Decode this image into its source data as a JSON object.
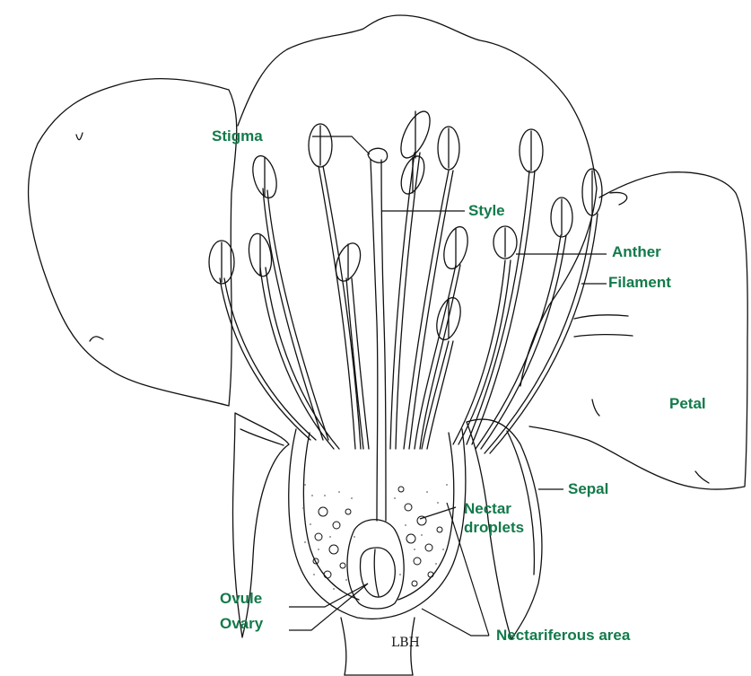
{
  "colors": {
    "label": "#127a4a",
    "ink": "#111111",
    "stipple": "#6b6b6b",
    "background": "#ffffff"
  },
  "labels": {
    "stigma": "Stigma",
    "style": "Style",
    "anther": "Anther",
    "filament": "Filament",
    "petal": "Petal",
    "sepal": "Sepal",
    "nectar_line1": "Nectar",
    "nectar_line2": "droplets",
    "ovule": "Ovule",
    "ovary": "Ovary",
    "nectariferous": "Nectariferous area"
  },
  "signature": "LBH"
}
